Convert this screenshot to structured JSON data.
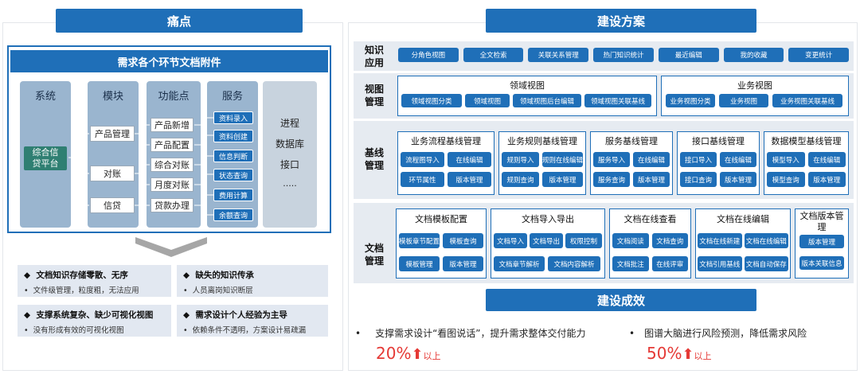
{
  "left": {
    "title": "痛点",
    "diagram_title": "需求各个环节文档附件",
    "columns": {
      "system": "系统",
      "module": "模块",
      "function": "功能点",
      "service": "服务"
    },
    "system_item": "综合信贷平台",
    "modules": [
      "产品管理",
      "对账",
      "信贷"
    ],
    "functions": [
      "产品新增",
      "产品配置",
      "综合对账",
      "月度对账",
      "贷款办理"
    ],
    "services": [
      "资料录入",
      "资料创建",
      "信息判断",
      "状态查询",
      "费用计算",
      "余额查询"
    ],
    "extra": [
      "进程",
      "数据库",
      "接口",
      "....."
    ],
    "pain_points": [
      {
        "head": "文档知识存储零散、无序",
        "sub": "文件级管理，粒度粗，无法应用"
      },
      {
        "head": "缺失的知识传承",
        "sub": "人员离岗知识断层"
      },
      {
        "head": "支撑系统复杂、缺少可视化视图",
        "sub": "没有形成有效的可视化视图"
      },
      {
        "head": "需求设计个人经验为主导",
        "sub": "依赖条件不透明，方案设计易疏漏"
      }
    ],
    "bullet_head": "◆",
    "bullet_sub": "•"
  },
  "right": {
    "title": "建设方案",
    "rows": {
      "knowledge": {
        "label": "知识应用",
        "items": [
          "分角色视图",
          "全文检索",
          "关联关系管理",
          "热门知识统计",
          "最近编辑",
          "我的收藏",
          "变更统计"
        ]
      },
      "view": {
        "label": "视图管理",
        "groups": [
          {
            "title": "领域视图",
            "items": [
              "领域视图分类",
              "领域视图",
              "领域视图后台编辑",
              "领域视图关联基线"
            ]
          },
          {
            "title": "业务视图",
            "items": [
              "业务视图分类",
              "业务视图",
              "业务视图关联基线"
            ]
          }
        ]
      },
      "baseline": {
        "label": "基线管理",
        "groups": [
          {
            "title": "业务流程基线管理",
            "items": [
              "流程图导入",
              "在线编辑",
              "环节属性",
              "版本管理"
            ]
          },
          {
            "title": "业务规则基线管理",
            "items": [
              "规则导入",
              "规则在线编辑",
              "规则查询",
              "版本管理"
            ]
          },
          {
            "title": "服务基线管理",
            "items": [
              "服务导入",
              "在线编辑",
              "服务查询",
              "版本管理"
            ]
          },
          {
            "title": "接口基线管理",
            "items": [
              "接口导入",
              "在线编辑",
              "接口查询",
              "版本管理"
            ]
          },
          {
            "title": "数据模型基线管理",
            "items": [
              "模型导入",
              "在线编辑",
              "模型查询",
              "版本管理"
            ]
          }
        ]
      },
      "doc": {
        "label": "文档管理",
        "groups": [
          {
            "title": "文档模板配置",
            "items": [
              "模板章节配置",
              "模板查询",
              "模板管理",
              "版本管理"
            ]
          },
          {
            "title": "文档导入导出",
            "items": [
              "文档导入",
              "文档导出",
              "权限控制",
              "文档章节解析",
              "文档内容解析"
            ]
          },
          {
            "title": "文档在线查看",
            "items": [
              "文档阅读",
              "文档查询",
              "文档批注",
              "在线评审"
            ]
          },
          {
            "title": "文档在线编辑",
            "items": [
              "文档在线新建",
              "文档在线编辑",
              "文档引用基线",
              "文档自动保存"
            ]
          },
          {
            "title": "文档版本管理",
            "items": [
              "版本管理",
              "版本关联信息"
            ]
          }
        ]
      }
    },
    "effect_title": "建设成效",
    "effects": [
      {
        "bullet": "•",
        "text": "支撑需求设计“看图说话”，提升需求整体交付能力",
        "value": "20%",
        "arrow": "⬆",
        "suffix": "以上"
      },
      {
        "bullet": "•",
        "text": "图谱大脑进行风险预测，降低需求风险",
        "value": "50%",
        "arrow": "⬆",
        "suffix": "以上"
      }
    ]
  }
}
